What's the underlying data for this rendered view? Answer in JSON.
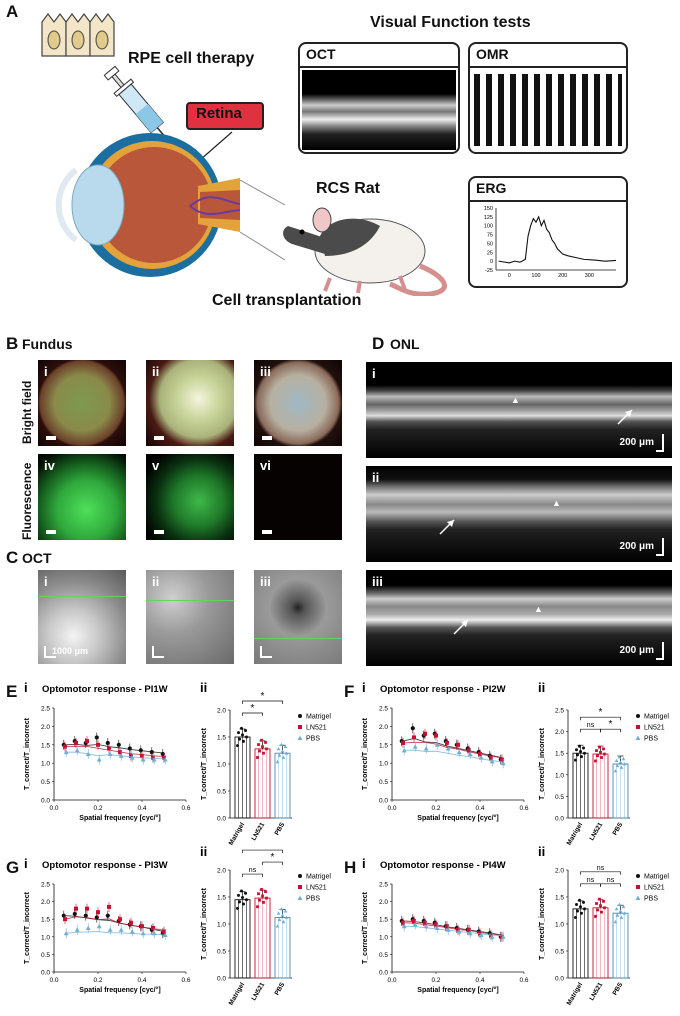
{
  "panelA": {
    "letter": "A",
    "visual_tests_title": "Visual Function tests",
    "rpe_label": "RPE cell therapy",
    "retina_label": "Retina",
    "rat_label": "RCS Rat",
    "transplant_label": "Cell transplantation",
    "oct_label": "OCT",
    "omr_label": "OMR",
    "erg_label": "ERG",
    "erg_chart": {
      "type": "line",
      "x": [
        -40,
        0,
        20,
        40,
        60,
        70,
        80,
        90,
        100,
        110,
        120,
        130,
        140,
        150,
        160,
        170,
        180,
        200,
        220,
        250,
        280,
        320,
        360,
        400
      ],
      "values": [
        0,
        -5,
        0,
        -3,
        5,
        70,
        100,
        120,
        110,
        125,
        100,
        115,
        90,
        80,
        60,
        50,
        35,
        20,
        15,
        10,
        5,
        3,
        0,
        2
      ],
      "xticks": [
        "0",
        "100",
        "200",
        "300"
      ],
      "yticks": [
        "150",
        "125",
        "100",
        "75",
        "50",
        "25",
        "0",
        "-25"
      ]
    }
  },
  "panelB": {
    "letter": "B",
    "title": "Fundus",
    "row1_label": "Bright field",
    "row2_label": "Fluorescence",
    "labels": [
      "i",
      "ii",
      "iii",
      "iv",
      "v",
      "vi"
    ]
  },
  "panelC": {
    "letter": "C",
    "title": "OCT",
    "labels": [
      "i",
      "ii",
      "iii"
    ],
    "scale": "1000 μm"
  },
  "panelD": {
    "letter": "D",
    "title": "ONL",
    "labels": [
      "i",
      "ii",
      "iii"
    ],
    "scale": "200 μm"
  },
  "chart_data": [
    {
      "panel": "E",
      "sub": "i",
      "type": "line",
      "title": "Optomotor response - PI1W",
      "xlabel": "Spatial frequency [cyc/°]",
      "ylabel": "T_correct/T_incorrect",
      "xlim": [
        0,
        0.6
      ],
      "ylim": [
        0,
        2.5
      ],
      "xticks": [
        "0.0",
        "0.2",
        "0.4",
        "0.6"
      ],
      "yticks": [
        "0.0",
        "0.5",
        "1.0",
        "1.5",
        "2.0",
        "2.5"
      ],
      "x": [
        0.05,
        0.1,
        0.15,
        0.2,
        0.25,
        0.3,
        0.35,
        0.4,
        0.45,
        0.5
      ],
      "series": [
        {
          "name": "Matrigel",
          "color": "#111111",
          "values": [
            1.5,
            1.6,
            1.55,
            1.7,
            1.55,
            1.5,
            1.4,
            1.35,
            1.3,
            1.25
          ]
        },
        {
          "name": "LN521",
          "color": "#c8102e",
          "values": [
            1.45,
            1.55,
            1.6,
            1.5,
            1.4,
            1.3,
            1.2,
            1.2,
            1.15,
            1.15
          ]
        },
        {
          "name": "PBS",
          "color": "#6baed6",
          "values": [
            1.3,
            1.35,
            1.25,
            1.1,
            1.25,
            1.2,
            1.15,
            1.1,
            1.1,
            1.1
          ]
        }
      ]
    },
    {
      "panel": "E",
      "sub": "ii",
      "type": "bar",
      "ylabel": "T_correct/T_incorrect",
      "ylim": [
        0,
        2.0
      ],
      "yticks": [
        "0.0",
        "0.5",
        "1.0",
        "1.5",
        "2.0"
      ],
      "categories": [
        "Matrigel",
        "LN521",
        "PBS"
      ],
      "values": [
        1.5,
        1.28,
        1.2
      ],
      "legend": [
        "Matrigel",
        "LN521",
        "PBS"
      ],
      "annotations": [
        {
          "from": 0,
          "to": 1,
          "text": "*",
          "level": 1
        },
        {
          "from": 0,
          "to": 2,
          "text": "*",
          "level": 2
        }
      ]
    },
    {
      "panel": "F",
      "sub": "i",
      "type": "line",
      "title": "Optomotor response - PI2W",
      "xlabel": "Spatial frequency [cyc/°]",
      "ylabel": "T_correct/T_incorrect",
      "xlim": [
        0,
        0.6
      ],
      "ylim": [
        0,
        2.5
      ],
      "xticks": [
        "0.0",
        "0.2",
        "0.4",
        "0.6"
      ],
      "yticks": [
        "0.0",
        "0.5",
        "1.0",
        "1.5",
        "2.0",
        "2.5"
      ],
      "x": [
        0.05,
        0.1,
        0.15,
        0.2,
        0.25,
        0.3,
        0.35,
        0.4,
        0.45,
        0.5
      ],
      "series": [
        {
          "name": "Matrigel",
          "color": "#111111",
          "values": [
            1.6,
            1.95,
            1.75,
            1.8,
            1.6,
            1.5,
            1.4,
            1.3,
            1.2,
            1.1
          ]
        },
        {
          "name": "LN521",
          "color": "#c8102e",
          "values": [
            1.55,
            1.7,
            1.8,
            1.75,
            1.55,
            1.5,
            1.35,
            1.25,
            1.15,
            1.1
          ]
        },
        {
          "name": "PBS",
          "color": "#6baed6",
          "values": [
            1.35,
            1.45,
            1.4,
            1.5,
            1.4,
            1.3,
            1.25,
            1.15,
            1.05,
            1.0
          ]
        }
      ]
    },
    {
      "panel": "F",
      "sub": "ii",
      "type": "bar",
      "ylabel": "T_correct/T_incorrect",
      "ylim": [
        0,
        2.5
      ],
      "yticks": [
        "0.0",
        "0.5",
        "1.0",
        "1.5",
        "2.0",
        "2.5"
      ],
      "categories": [
        "Matrigel",
        "LN521",
        "PBS"
      ],
      "values": [
        1.5,
        1.48,
        1.25
      ],
      "legend": [
        "Matrigel",
        "LN521",
        "PBS"
      ],
      "annotations": [
        {
          "from": 0,
          "to": 1,
          "text": "ns",
          "level": 1
        },
        {
          "from": 1,
          "to": 2,
          "text": "*",
          "level": 1
        },
        {
          "from": 0,
          "to": 2,
          "text": "*",
          "level": 2
        }
      ]
    },
    {
      "panel": "G",
      "sub": "i",
      "type": "line",
      "title": "Optomotor response - PI3W",
      "xlabel": "Spatial frequency [cyc/°]",
      "ylabel": "T_correct/T_incorrect",
      "xlim": [
        0,
        0.6
      ],
      "ylim": [
        0,
        2.5
      ],
      "xticks": [
        "0.0",
        "0.2",
        "0.4",
        "0.6"
      ],
      "yticks": [
        "0.0",
        "0.5",
        "1.0",
        "1.5",
        "2.0",
        "2.5"
      ],
      "x": [
        0.05,
        0.1,
        0.15,
        0.2,
        0.25,
        0.3,
        0.35,
        0.4,
        0.45,
        0.5
      ],
      "series": [
        {
          "name": "Matrigel",
          "color": "#111111",
          "values": [
            1.6,
            1.65,
            1.6,
            1.55,
            1.6,
            1.45,
            1.35,
            1.3,
            1.2,
            1.1
          ]
        },
        {
          "name": "LN521",
          "color": "#c8102e",
          "values": [
            1.5,
            1.8,
            1.8,
            1.7,
            1.85,
            1.5,
            1.4,
            1.3,
            1.25,
            1.15
          ]
        },
        {
          "name": "PBS",
          "color": "#6baed6",
          "values": [
            1.1,
            1.2,
            1.25,
            1.3,
            1.2,
            1.2,
            1.15,
            1.1,
            1.1,
            1.05
          ]
        }
      ]
    },
    {
      "panel": "G",
      "sub": "ii",
      "type": "bar",
      "ylabel": "T_correct/T_incorrect",
      "ylim": [
        0,
        2.0
      ],
      "yticks": [
        "0.0",
        "0.5",
        "1.0",
        "1.5",
        "2.0"
      ],
      "categories": [
        "Matrigel",
        "LN521",
        "PBS"
      ],
      "values": [
        1.45,
        1.48,
        1.12
      ],
      "legend": [
        "Matrigel",
        "LN521",
        "PBS"
      ],
      "annotations": [
        {
          "from": 0,
          "to": 1,
          "text": "ns",
          "level": 1
        },
        {
          "from": 1,
          "to": 2,
          "text": "*",
          "level": 2
        },
        {
          "from": 0,
          "to": 2,
          "text": "*",
          "level": 3
        }
      ]
    },
    {
      "panel": "H",
      "sub": "i",
      "type": "line",
      "title": "Optomotor response - PI4W",
      "xlabel": "Spatial frequency [cyc/°]",
      "ylabel": "T_correct/T_incorrect",
      "xlim": [
        0,
        0.6
      ],
      "ylim": [
        0,
        2.5
      ],
      "xticks": [
        "0.0",
        "0.2",
        "0.4",
        "0.6"
      ],
      "yticks": [
        "0.0",
        "0.5",
        "1.0",
        "1.5",
        "2.0",
        "2.5"
      ],
      "x": [
        0.05,
        0.1,
        0.15,
        0.2,
        0.25,
        0.3,
        0.35,
        0.4,
        0.45,
        0.5
      ],
      "series": [
        {
          "name": "Matrigel",
          "color": "#111111",
          "values": [
            1.45,
            1.5,
            1.45,
            1.4,
            1.3,
            1.25,
            1.2,
            1.15,
            1.1,
            1.0
          ]
        },
        {
          "name": "LN521",
          "color": "#c8102e",
          "values": [
            1.4,
            1.45,
            1.4,
            1.35,
            1.3,
            1.2,
            1.2,
            1.1,
            1.05,
            1.0
          ]
        },
        {
          "name": "PBS",
          "color": "#6baed6",
          "values": [
            1.3,
            1.35,
            1.3,
            1.25,
            1.2,
            1.15,
            1.1,
            1.05,
            1.0,
            1.0
          ]
        }
      ]
    },
    {
      "panel": "H",
      "sub": "ii",
      "type": "bar",
      "ylabel": "T_correct/T_incorrect",
      "ylim": [
        0,
        2.0
      ],
      "yticks": [
        "0.0",
        "0.5",
        "1.0",
        "1.5",
        "2.0"
      ],
      "categories": [
        "Matrigel",
        "LN521",
        "PBS"
      ],
      "values": [
        1.28,
        1.3,
        1.2
      ],
      "legend": [
        "Matrigel",
        "LN521",
        "PBS"
      ],
      "annotations": [
        {
          "from": 0,
          "to": 1,
          "text": "ns",
          "level": 1
        },
        {
          "from": 1,
          "to": 2,
          "text": "ns",
          "level": 1
        },
        {
          "from": 0,
          "to": 2,
          "text": "ns",
          "level": 2
        }
      ]
    }
  ]
}
